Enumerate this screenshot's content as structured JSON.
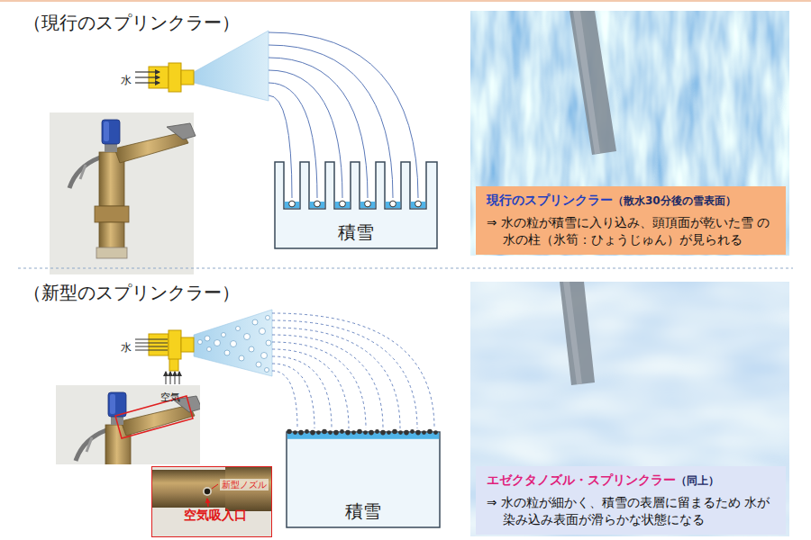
{
  "diagram": {
    "nodes": [
      {
        "text": [
          "積雪"
        ]
      },
      {
        "text": [
          "現行のスプリンクラー",
          "（散水30分後の雪表面）",
          "⇒ 水の粒が積雪に入り込み、頭頂面が乾いた雪 の水の柱（氷筍：ひょうじゅん）が見られる"
        ]
      },
      {
        "text": [
          "積雪"
        ]
      },
      {
        "text": [
          "エゼクタノズル・スプリンクラー",
          "（同上）",
          "⇒ 水の粒が細かく、積雪の表層に留まるため 水が染み込み表面が滑らかな状態になる"
        ]
      },
      {
        "text": [
          "新型ノズル",
          "空気吸入口"
        ]
      }
    ],
    "labels": [
      "（現行のスプリンクラー）",
      "水",
      "（新型のスプリンクラー）",
      "水",
      "空気"
    ]
  }
}
